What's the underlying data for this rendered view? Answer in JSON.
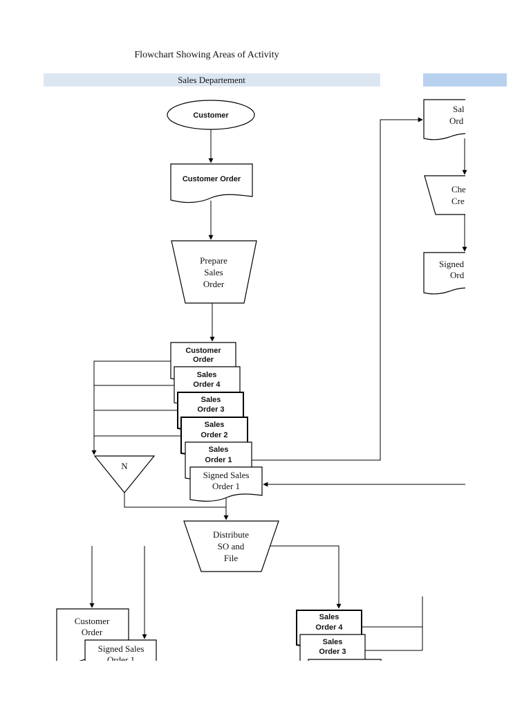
{
  "title": "Flowchart Showing Areas of Activity",
  "lanes": {
    "sales": "Sales Departement",
    "credit": ""
  },
  "colors": {
    "lane_band": "#dce6f2",
    "lane_band_right": "#b8d1ee",
    "stroke": "#000000"
  },
  "nodes": {
    "customer": "Customer",
    "customer_order": "Customer Order",
    "prepare_sales_order": [
      "Prepare",
      "Sales",
      "Order"
    ],
    "stack_customer_order": [
      "Customer",
      "Order"
    ],
    "stack_sales_order_4": [
      "Sales",
      "Order 4"
    ],
    "stack_sales_order_3": [
      "Sales",
      "Order 3"
    ],
    "stack_sales_order_2": [
      "Sales",
      "Order 2"
    ],
    "stack_sales_order_1": [
      "Sales",
      "Order 1"
    ],
    "stack_signed_sales_order_1": [
      "Signed Sales",
      "Order 1"
    ],
    "file_n": "N",
    "distribute": [
      "Distribute",
      "SO and",
      "File"
    ],
    "bottom_customer_order": [
      "Customer",
      "Order"
    ],
    "bottom_signed_sales_order": [
      "Signed Sales",
      "Order 1"
    ],
    "bottom_sales_order_4": [
      "Sales",
      "Order 4"
    ],
    "bottom_sales_order_3": [
      "Sales",
      "Order 3"
    ],
    "right_sales_order": [
      "Sal",
      "Ord"
    ],
    "right_check_credit": [
      "Che",
      "Cre"
    ],
    "right_signed_order": [
      "Signed",
      "Ord"
    ]
  }
}
